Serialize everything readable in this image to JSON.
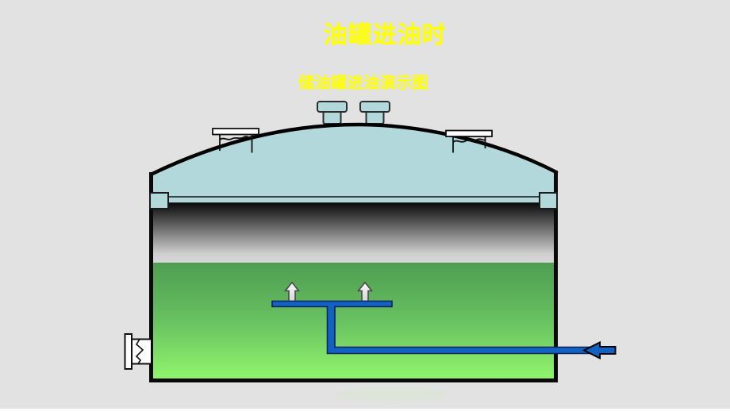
{
  "slide": {
    "title": "油罐进油时",
    "subtitle": "储油罐进油演示图",
    "title_color": "#ffff00",
    "subtitle_color": "#ffff00",
    "background_color": "#e2e2e2"
  },
  "diagram": {
    "flow_arrow_direction": "left",
    "colors": {
      "roof": "#b2d8dc",
      "outline": "#0a0a0a",
      "vapor_top": "#0b0b0b",
      "vapor_mid": "#8a8a8a",
      "vapor_bottom": "#d8d8d8",
      "oil_top": "#4e9d52",
      "oil_mid": "#68c160",
      "oil_bottom": "#90f46c",
      "pipe": "#1262c4",
      "pipe_outline": "#04205a",
      "fitting_fill": "#fdfdfd",
      "rise_arrow_top": "#fbfbfb",
      "rise_arrow_bottom": "#d5d5d5"
    }
  }
}
